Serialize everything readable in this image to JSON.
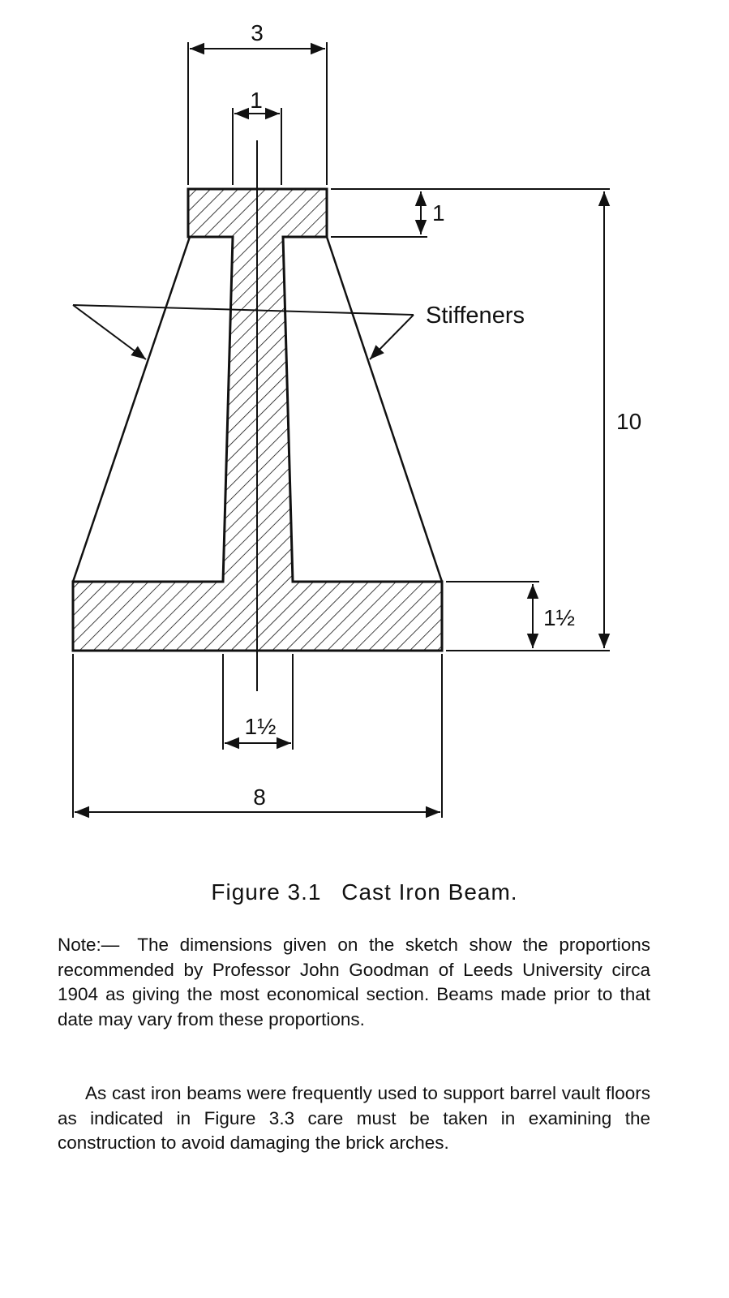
{
  "diagram": {
    "dimensions": {
      "top_flange_width": "3",
      "web_top_width": "1",
      "top_flange_thickness": "1",
      "overall_depth": "10",
      "bottom_flange_thickness": "1½",
      "web_bottom_width": "1½",
      "bottom_flange_width": "8"
    },
    "labels": {
      "stiffeners": "Stiffeners"
    }
  },
  "caption": {
    "figure_number": "Figure 3.1",
    "figure_title": "Cast Iron Beam."
  },
  "note": {
    "label": "Note:—",
    "text": "The dimensions given on the sketch show the proportions recommended by Professor John Goodman of Leeds University circa 1904 as giving the most economical section. Beams made prior to that date may vary from these proportions."
  },
  "paragraph": {
    "text": "As cast iron beams were frequently used to support barrel vault floors as indicated in Figure 3.3 care must be taken in examining the construction to avoid damaging the brick arches."
  }
}
